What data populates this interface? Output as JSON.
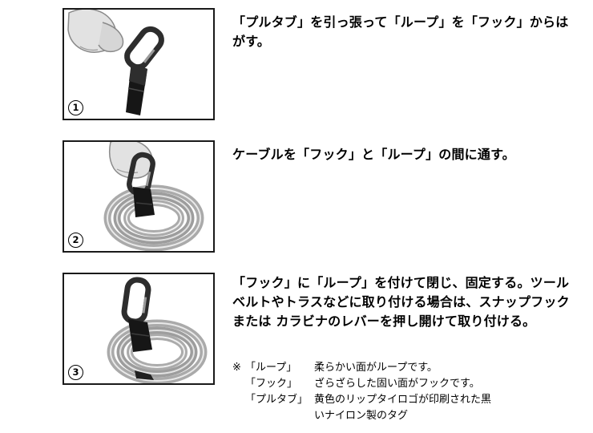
{
  "colors": {
    "frame_border": "#1a1a1a",
    "strap": "#161616",
    "cable": "#a8a8a8",
    "hand": "#e2e2e2"
  },
  "steps": [
    {
      "number": "1",
      "illustration": "hand-pulling-pull-tab-with-carabiner",
      "text": "「プルタブ」を引っ張って「ループ」を「フック」からはがす。"
    },
    {
      "number": "2",
      "illustration": "hand-holding-carabiner-over-cable-coil",
      "text": "ケーブルを「フック」と「ループ」の間に通す。"
    },
    {
      "number": "3",
      "illustration": "carabiner-strap-fastened-around-cable-coil",
      "text": "「フック」に「ループ」を付けて閉じ、固定する。ツールベルトやトラスなどに取り付ける場合は、スナップフック または カラビナのレバーを押し開けて取り付ける。"
    }
  ],
  "footnote": {
    "marker": "※",
    "entries": [
      {
        "term": "「ループ」",
        "definition": "柔らかい面がループです。"
      },
      {
        "term": "「フック」",
        "definition": "ざらざらした固い面がフックです。"
      },
      {
        "term": "「プルタブ」",
        "definition": "黄色のリップタイロゴが印刷された黒いナイロン製のタグ"
      }
    ]
  }
}
